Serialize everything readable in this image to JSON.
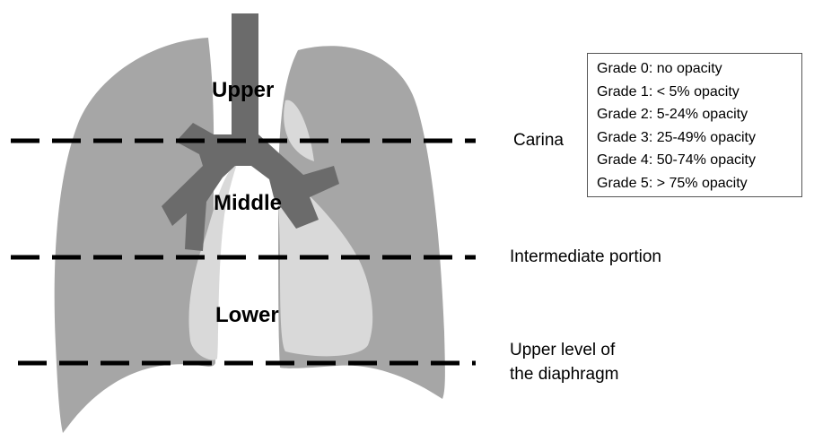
{
  "zones": {
    "upper": "Upper",
    "middle": "Middle",
    "lower": "Lower"
  },
  "levels": {
    "carina": "Carina",
    "intermediate": "Intermediate portion",
    "diaphragm_line1": "Upper level of",
    "diaphragm_line2": "the diaphragm"
  },
  "grades": [
    "Grade 0: no opacity",
    "Grade 1: < 5% opacity",
    "Grade 2: 5-24% opacity",
    "Grade 3: 25-49% opacity",
    "Grade 4: 50-74% opacity",
    "Grade 5: > 75% opacity"
  ],
  "colors": {
    "lung": "#a6a6a6",
    "inner_lobe": "#d9d9d9",
    "airway": "#6b6b6b",
    "dash_line": "#000000"
  }
}
